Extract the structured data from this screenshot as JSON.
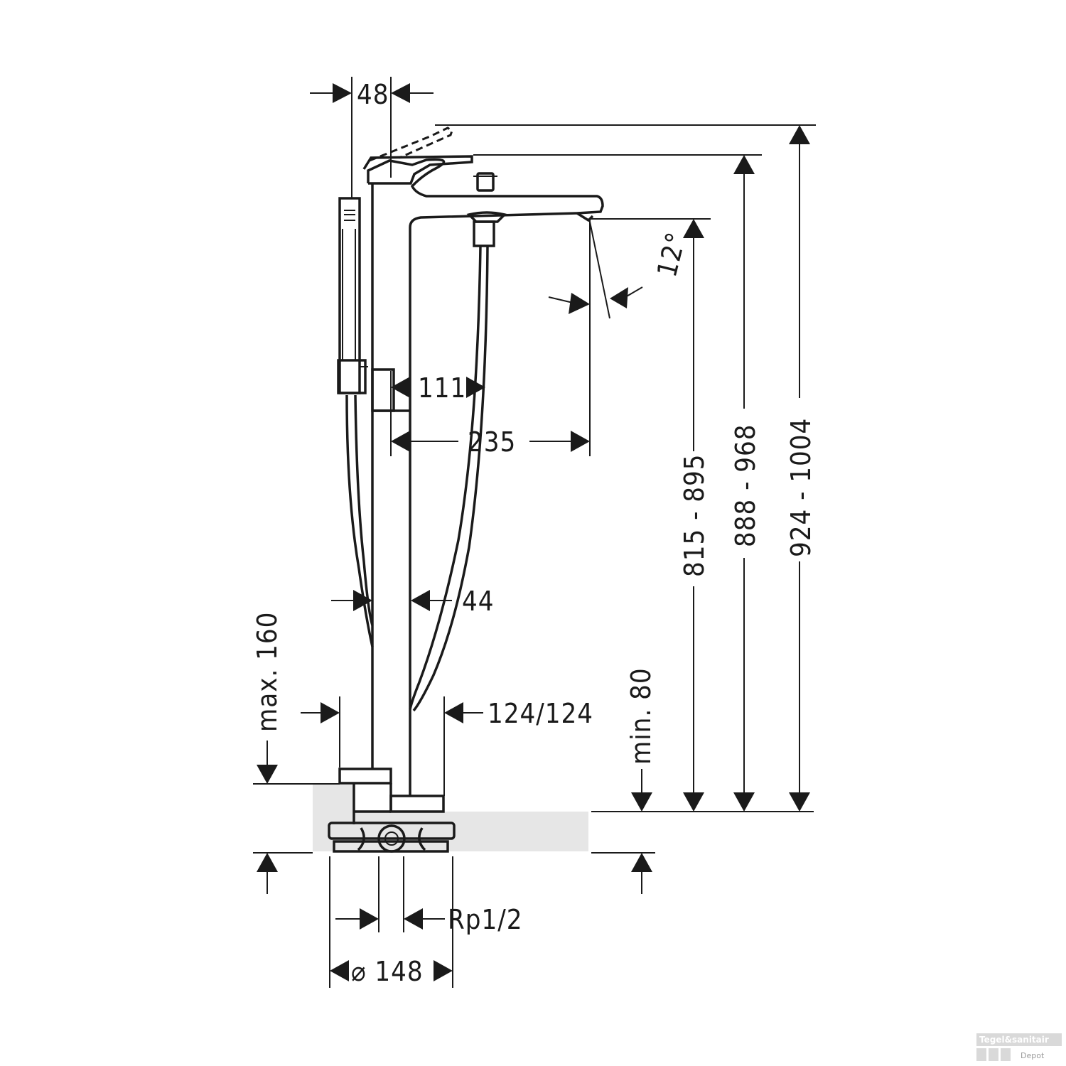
{
  "dimensions": {
    "spout_tube_width": "48",
    "spout_angle": "12°",
    "handshower_offset": "111",
    "spout_reach": "235",
    "spout_outlet_height": "815 - 895",
    "spout_top_height": "888 - 968",
    "lever_top_height": "924 - 1004",
    "column_width": "44",
    "max_floor_build_up": "max. 160",
    "min_clearance": "min. 80",
    "pipe_centres": "124/124",
    "thread_size": "Rp1/2",
    "base_diameter": "⌀ 148"
  },
  "watermark": {
    "brand": "Tegel&sanitair",
    "sub": "Depot"
  },
  "colors": {
    "line": "#1a1a1a",
    "floor_fill": "#e6e6e6",
    "background": "#ffffff"
  }
}
